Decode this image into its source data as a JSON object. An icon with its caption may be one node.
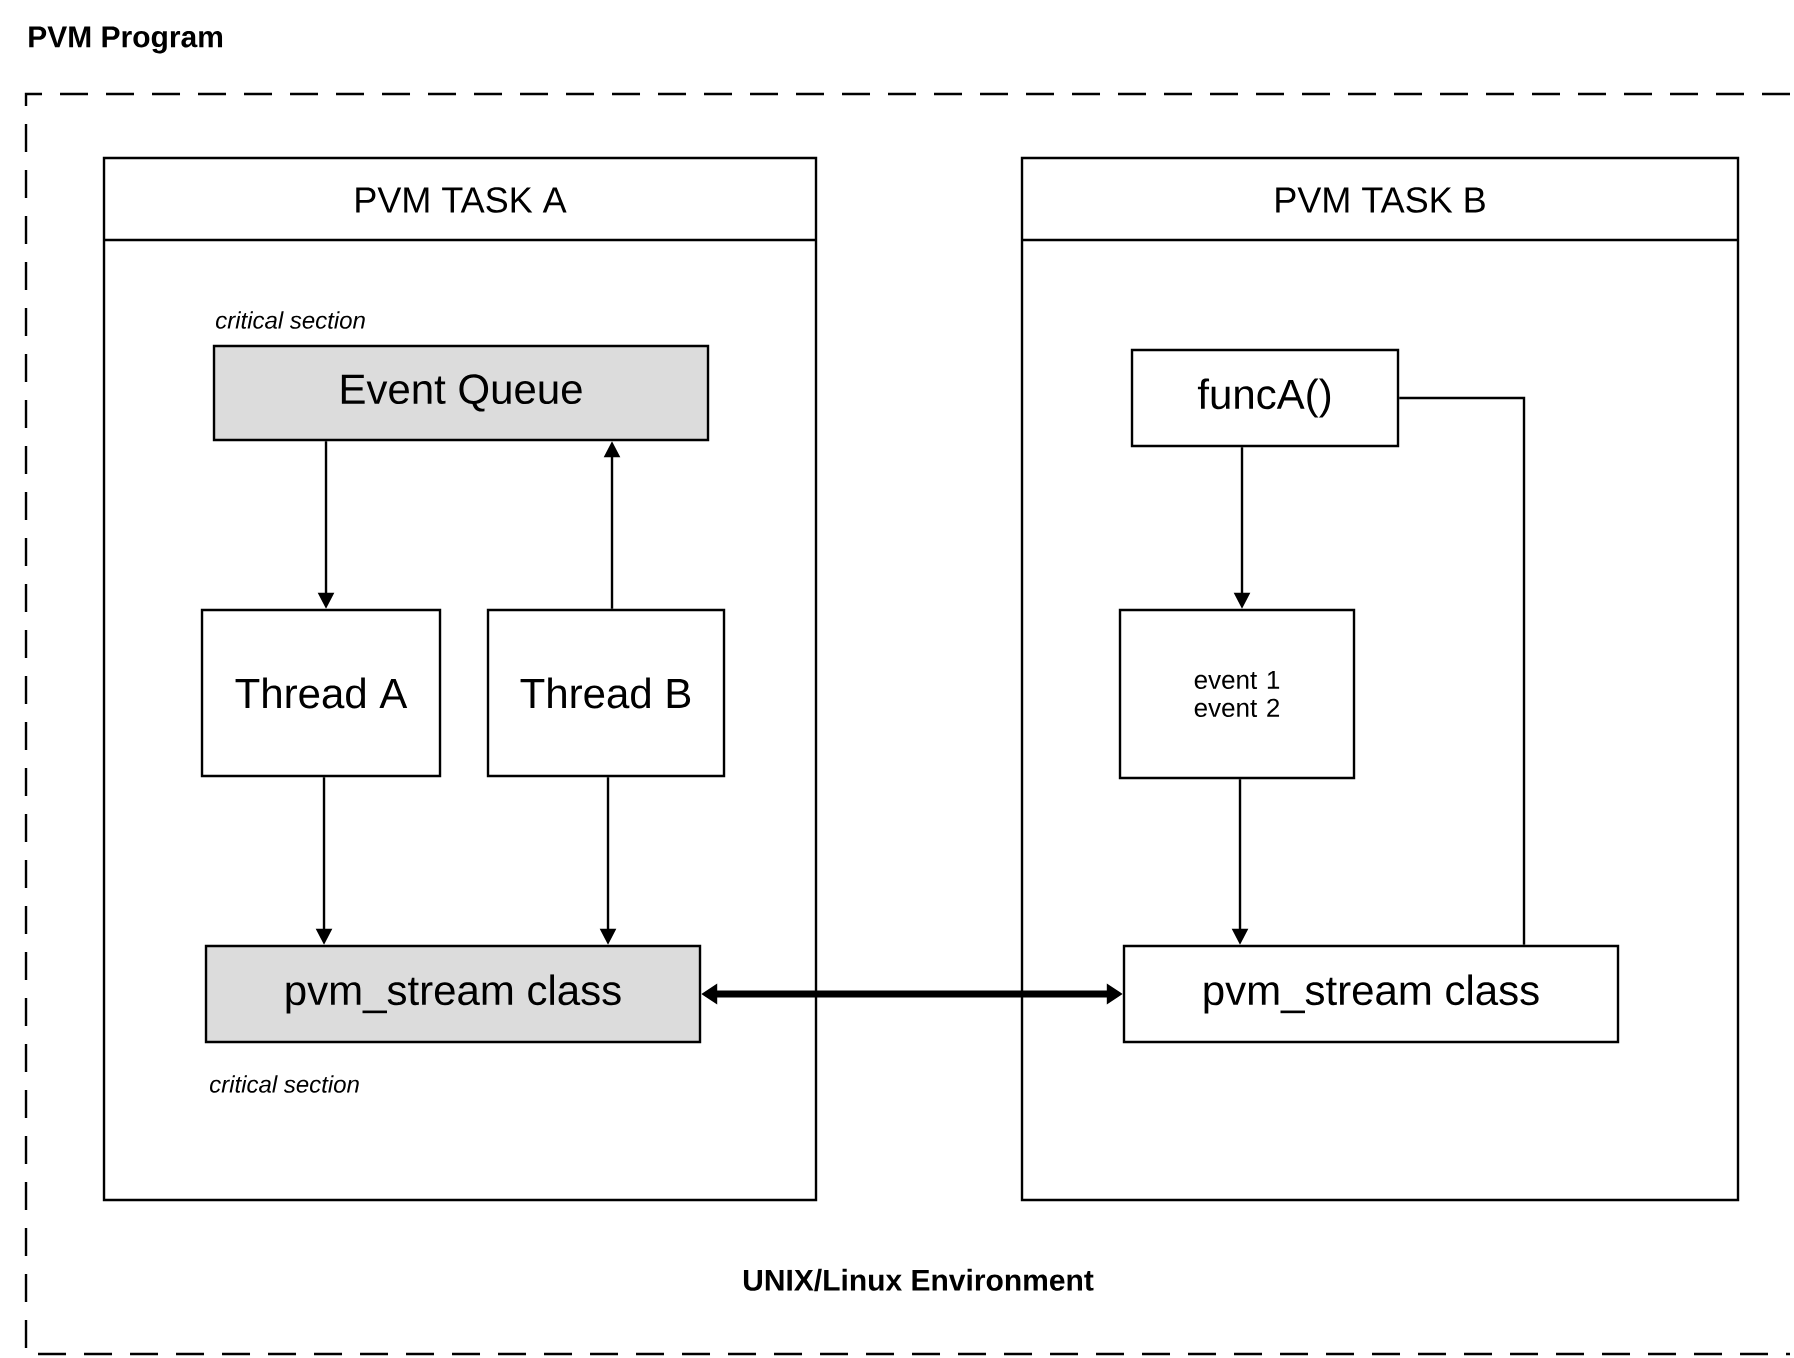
{
  "diagram": {
    "nodes": [
      {
        "text": [
          "PVM Program",
          "UNIX/Linux Environment"
        ]
      },
      {
        "text": [
          "PVM TASK A"
        ],
        "in": 0
      },
      {
        "text": [
          "Event Queue"
        ],
        "in": 1,
        "beside": [
          "critical section"
        ]
      },
      {
        "text": [
          "Thread A"
        ],
        "in": 1
      },
      {
        "text": [
          "Thread B"
        ],
        "in": 1
      },
      {
        "text": [
          "pvm_stream class"
        ],
        "in": 1,
        "beside": [
          "critical section"
        ]
      },
      {
        "text": [
          "PVM TASK B"
        ],
        "in": 0
      },
      {
        "text": [
          "funcA()"
        ],
        "in": 6
      },
      {
        "text": [
          "event 1 event 2"
        ],
        "in": 6
      },
      {
        "text": [
          "pvm_stream class"
        ],
        "in": 6
      }
    ],
    "edges": [
      {
        "from": 2,
        "to": 3,
        "arrow": "to"
      },
      {
        "from": 4,
        "to": 2,
        "arrow": "to"
      },
      {
        "from": 3,
        "to": 5,
        "arrow": "to"
      },
      {
        "from": 4,
        "to": 5,
        "arrow": "to"
      },
      {
        "from": 5,
        "to": 9,
        "arrow": "both",
        "style": "thick"
      },
      {
        "from": 7,
        "to": 8,
        "arrow": "to"
      },
      {
        "from": 8,
        "to": 9,
        "arrow": "to"
      },
      {
        "from": 7,
        "to": 9,
        "arrow": "none"
      }
    ]
  }
}
